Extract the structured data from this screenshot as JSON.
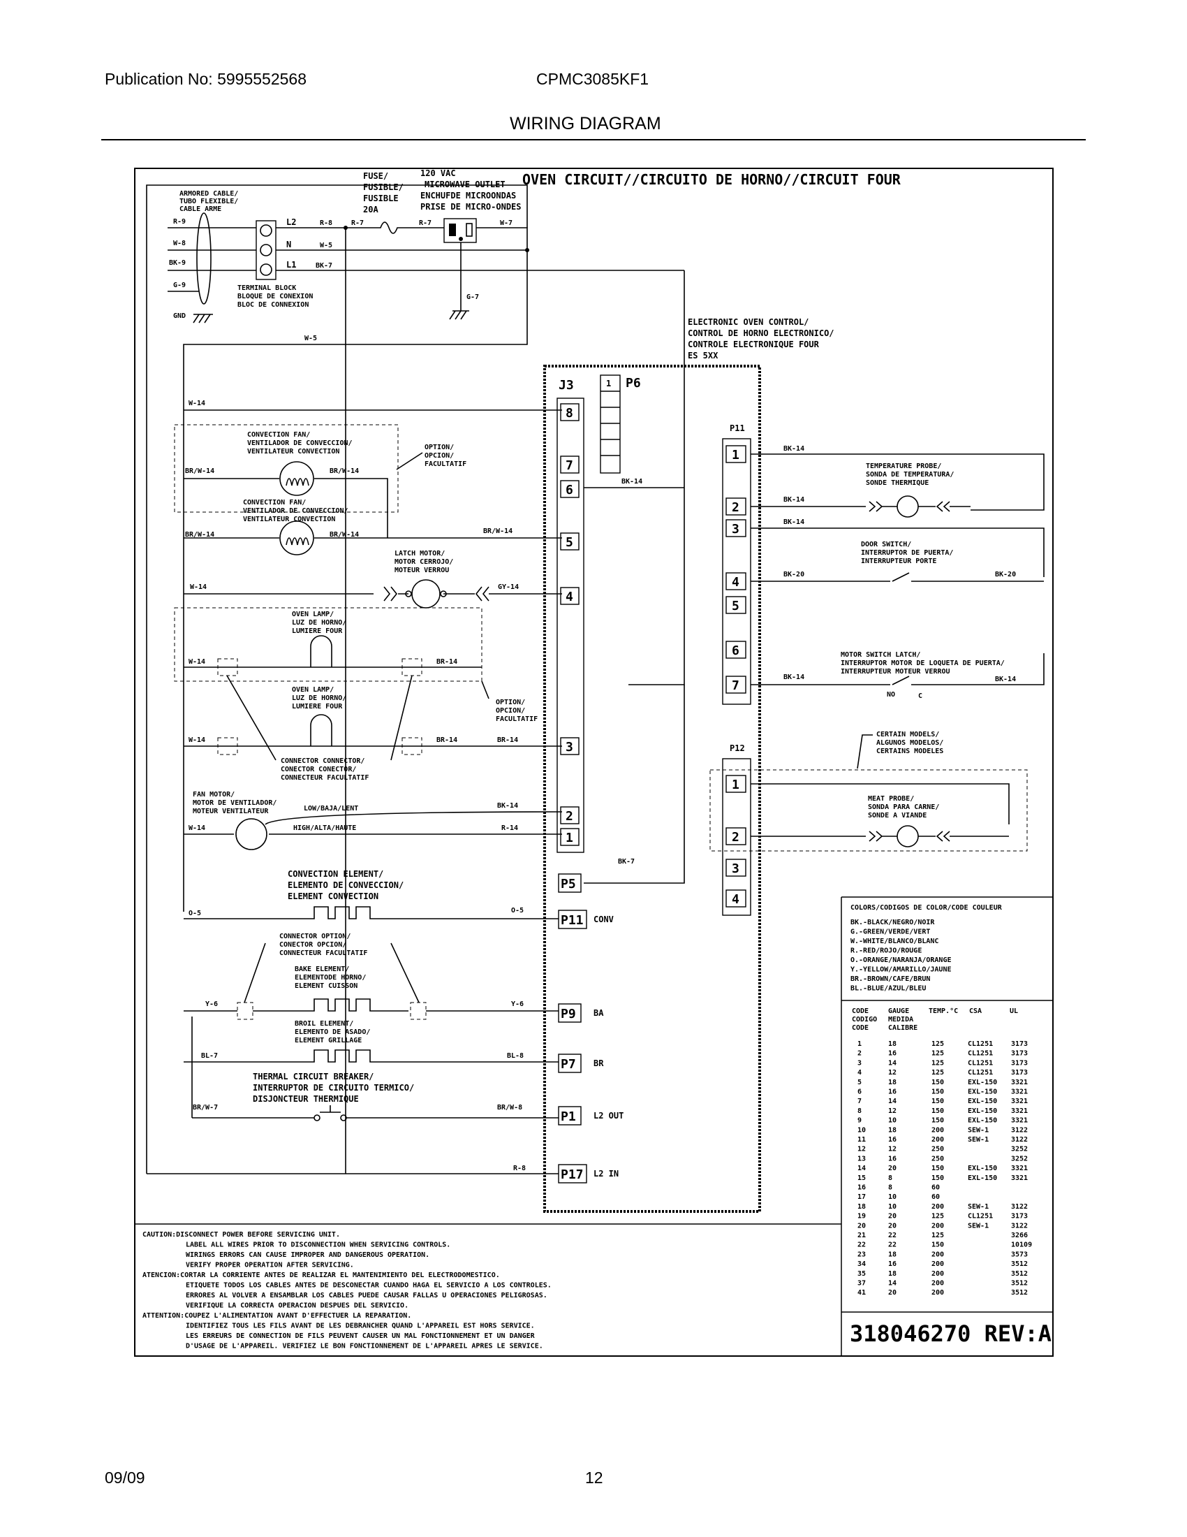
{
  "header": {
    "publication": "Publication No: 5995552568",
    "model": "CPMC3085KF1",
    "title": "WIRING DIAGRAM"
  },
  "footer": {
    "date": "09/09",
    "page": "12"
  },
  "diagram": {
    "oven_title": "OVEN CIRCUIT//CIRCUITO DE HORNO//CIRCUIT FOUR",
    "armored": [
      "ARMORED CABLE/",
      "TUBO FLEXIBLE/",
      "CABLE ARME"
    ],
    "fuse": [
      "FUSE/",
      "FUSIBLE/",
      "FUSIBLE",
      "20A"
    ],
    "outlet": [
      "120 VAC",
      "MICROWAVE OUTLET",
      "ENCHUFDE MICROONDAS",
      "PRISE DE MICRO-ONDES"
    ],
    "terminal": [
      "TERMINAL BLOCK",
      "BLOQUE DE CONEXION",
      "BLOC DE CONNEXION"
    ],
    "control": [
      "ELECTRONIC OVEN CONTROL/",
      "CONTROL DE HORNO ELECTRONICO/",
      "CONTROLE ELECTRONIQUE FOUR",
      "ES 5XX"
    ],
    "conv_fan1": [
      "CONVECTION FAN/",
      "VENTILADOR DE CONVECCION/",
      "VENTILATEUR CONVECTION"
    ],
    "conv_fan2": [
      "CONVECTION FAN/",
      "VENTILADOR DE CONVECCION/",
      "VENTILATEUR CONVECTION"
    ],
    "option1": [
      "OPTION/",
      "OPCION/",
      "FACULTATIF"
    ],
    "option2": [
      "OPTION/",
      "OPCION/",
      "FACULTATIF"
    ],
    "latch": [
      "LATCH MOTOR/",
      "MOTOR CERROJO/",
      "MOTEUR VERROU"
    ],
    "lamp1": [
      "OVEN LAMP/",
      "LUZ DE HORNO/",
      "LUMIERE FOUR"
    ],
    "lamp2": [
      "OVEN LAMP/",
      "LUZ DE HORNO/",
      "LUMIERE FOUR"
    ],
    "connector": [
      "CONNECTOR CONNECTOR/",
      "CONECTOR CONECTOR/",
      "CONNECTEUR FACULTATIF"
    ],
    "fan_motor": [
      "FAN MOTOR/",
      "MOTOR DE VENTILADOR/",
      "MOTEUR VENTILATEUR"
    ],
    "conv_element": [
      "CONVECTION ELEMENT/",
      "ELEMENTO DE CONVECCION/",
      "ELEMENT CONVECTION"
    ],
    "conn_option": [
      "CONNECTOR OPTION/",
      "CONECTOR OPCION/",
      "CONNECTEUR FACULTATIF"
    ],
    "bake": [
      "BAKE ELEMENT/",
      "ELEMENTODE HORNO/",
      "ELEMENT CUISSON"
    ],
    "broil": [
      "BROIL ELEMENT/",
      "ELEMENTO DE ASADO/",
      "ELEMENT GRILLAGE"
    ],
    "breaker": [
      "THERMAL CIRCUIT BREAKER/",
      "INTERRUPTOR DE CIRCUITO TERMICO/",
      "DISJONCTEUR THERMIQUE"
    ],
    "temp_probe": [
      "TEMPERATURE PROBE/",
      "SONDA DE TEMPERATURA/",
      "SONDE THERMIQUE"
    ],
    "door_switch": [
      "DOOR SWITCH/",
      "INTERRUPTOR DE PUERTA/",
      "INTERRUPTEUR PORTE"
    ],
    "motor_switch": [
      "MOTOR SWITCH LATCH/",
      "INTERRUPTOR MOTOR DE LOQUETA DE PUERTA/",
      "INTERRUPTEUR MOTEUR VERROU"
    ],
    "certain": [
      "CERTAIN MODELS/",
      "ALGUNOS MODELOS/",
      "CERTAINS MODELES"
    ],
    "meat_probe": [
      "MEAT PROBE/",
      "SONDA PARA CARNE/",
      "SONDE A VIANDE"
    ],
    "wires": {
      "r9": "R-9",
      "w8": "W-8",
      "bk9": "BK-9",
      "g9": "G-9",
      "gnd": "GND",
      "l2": "L2",
      "n": "N",
      "l1": "L1",
      "r8a": "R-8",
      "w5a": "W-5",
      "bk7a": "BK-7",
      "r7a": "R-7",
      "r7b": "R-7",
      "w7": "W-7",
      "g7": "G-7",
      "w5b": "W-5",
      "w14a": "W-14",
      "brw14a": "BR/W-14",
      "brw14b": "BR/W-14",
      "brw14c": "BR/W-14",
      "brw14d": "BR/W-14",
      "brw14e": "BR/W-14",
      "bk14a": "BK-14",
      "w14b": "W-14",
      "gy14": "GY-14",
      "w14c": "W-14",
      "br14a": "BR-14",
      "w14d": "W-14",
      "br14b": "BR-14",
      "br14c": "BR-14",
      "w14e": "W-14",
      "low": "LOW/BAJA/LENT",
      "high": "HIGH/ALTA/HAUTE",
      "bk14b": "BK-14",
      "r14": "R-14",
      "bk7b": "BK-7",
      "o5a": "O-5",
      "o5b": "O-5",
      "y6a": "Y-6",
      "y6b": "Y-6",
      "bl7": "BL-7",
      "bl8": "BL-8",
      "brw7": "BR/W-7",
      "brw8": "BR/W-8",
      "r8b": "R-8",
      "bk14c": "BK-14",
      "bk14d": "BK-14",
      "bk14e": "BK-14",
      "bk20a": "BK-20",
      "bk20b": "BK-20",
      "bk14f": "BK-14",
      "bk14g": "BK-14",
      "no": "NO",
      "c": "C"
    },
    "connectors": {
      "j3": "J3",
      "p6_1": "1",
      "p6": "P6",
      "p11": "P11",
      "p12": "P12",
      "j3_pins": [
        "8",
        "7",
        "6",
        "5",
        "4",
        "3",
        "2",
        "1"
      ],
      "p11_pins": [
        "1",
        "2",
        "3",
        "4",
        "5",
        "6",
        "7"
      ],
      "p12_pins": [
        "1",
        "2",
        "3",
        "4"
      ],
      "relays": [
        "P5",
        "P11",
        "P9",
        "P7",
        "P1",
        "P17"
      ],
      "relay_labels": [
        "CONV",
        "BA",
        "BR",
        "L2 OUT",
        "L2 IN"
      ]
    }
  },
  "colors_table": {
    "title": "COLORS/CODIGOS DE COLOR/CODE COULEUR",
    "entries": [
      "BK.-BLACK/NEGRO/NOIR",
      "G.-GREEN/VERDE/VERT",
      "W.-WHITE/BLANCO/BLANC",
      "R.-RED/ROJO/ROUGE",
      "O.-ORANGE/NARANJA/ORANGE",
      "Y.-YELLOW/AMARILLO/JAUNE",
      "BR.-BROWN/CAFE/BRUN",
      "BL.-BLUE/AZUL/BLEU"
    ]
  },
  "gauge_table": {
    "headers": [
      "CODE",
      "GAUGE",
      "TEMP.°C",
      "CSA",
      "UL"
    ],
    "subheaders": [
      [
        "CODIGO",
        "MEDIDA"
      ],
      [
        "CODE",
        "CALIBRE"
      ]
    ],
    "rows": [
      [
        "1",
        "18",
        "125",
        "CL1251",
        "3173"
      ],
      [
        "2",
        "16",
        "125",
        "CL1251",
        "3173"
      ],
      [
        "3",
        "14",
        "125",
        "CL1251",
        "3173"
      ],
      [
        "4",
        "12",
        "125",
        "CL1251",
        "3173"
      ],
      [
        "5",
        "18",
        "150",
        "EXL-150",
        "3321"
      ],
      [
        "6",
        "16",
        "150",
        "EXL-150",
        "3321"
      ],
      [
        "7",
        "14",
        "150",
        "EXL-150",
        "3321"
      ],
      [
        "8",
        "12",
        "150",
        "EXL-150",
        "3321"
      ],
      [
        "9",
        "10",
        "150",
        "EXL-150",
        "3321"
      ],
      [
        "10",
        "18",
        "200",
        "SEW-1",
        "3122"
      ],
      [
        "11",
        "16",
        "200",
        "SEW-1",
        "3122"
      ],
      [
        "12",
        "12",
        "250",
        "",
        "3252"
      ],
      [
        "13",
        "16",
        "250",
        "",
        "3252"
      ],
      [
        "14",
        "20",
        "150",
        "EXL-150",
        "3321"
      ],
      [
        "15",
        "8",
        "150",
        "EXL-150",
        "3321"
      ],
      [
        "16",
        "8",
        "60",
        "",
        ""
      ],
      [
        "17",
        "10",
        "60",
        "",
        ""
      ],
      [
        "18",
        "10",
        "200",
        "SEW-1",
        "3122"
      ],
      [
        "19",
        "20",
        "125",
        "CL1251",
        "3173"
      ],
      [
        "20",
        "20",
        "200",
        "SEW-1",
        "3122"
      ],
      [
        "21",
        "22",
        "125",
        "",
        "3266"
      ],
      [
        "22",
        "22",
        "150",
        "",
        "10109"
      ],
      [
        "23",
        "18",
        "200",
        "",
        "3573"
      ],
      [
        "34",
        "16",
        "200",
        "",
        "3512"
      ],
      [
        "35",
        "18",
        "200",
        "",
        "3512"
      ],
      [
        "37",
        "14",
        "200",
        "",
        "3512"
      ],
      [
        "41",
        "20",
        "200",
        "",
        "3512"
      ]
    ]
  },
  "caution": [
    "CAUTION:DISCONNECT POWER BEFORE SERVICING UNIT.",
    "LABEL ALL WIRES PRIOR TO DISCONNECTION WHEN SERVICING CONTROLS.",
    "WIRINGS ERRORS CAN CAUSE IMPROPER AND DANGEROUS OPERATION.",
    "VERIFY PROPER OPERATION AFTER SERVICING.",
    "ATENCION:CORTAR LA CORRIENTE ANTES DE REALIZAR EL MANTENIMIENTO DEL ELECTRODOMESTICO.",
    "ETIQUETE TODOS LOS CABLES ANTES DE DESCONECTAR CUANDO HAGA EL SERVICIO A LOS CONTROLES.",
    "ERRORES AL VOLVER A ENSAMBLAR LOS CABLES PUEDE CAUSAR FALLAS U OPERACIONES PELIGROSAS.",
    "VERIFIQUE LA CORRECTA OPERACION DESPUES DEL SERVICIO.",
    "ATTENTION:COUPEZ L'ALIMENTATION AVANT D'EFFECTUER LA REPARATION.",
    "IDENTIFIEZ TOUS LES FILS AVANT DE LES DEBRANCHER QUAND L'APPAREIL EST HORS SERVICE.",
    "LES ERREURS DE CONNECTION DE FILS PEUVENT CAUSER UN MAL FONCTIONNEMENT ET UN DANGER",
    "D'USAGE DE L'APPAREIL. VERIFIEZ LE BON FONCTIONNEMENT DE L'APPAREIL APRES LE SERVICE."
  ],
  "doc_number": "318046270 REV:A"
}
